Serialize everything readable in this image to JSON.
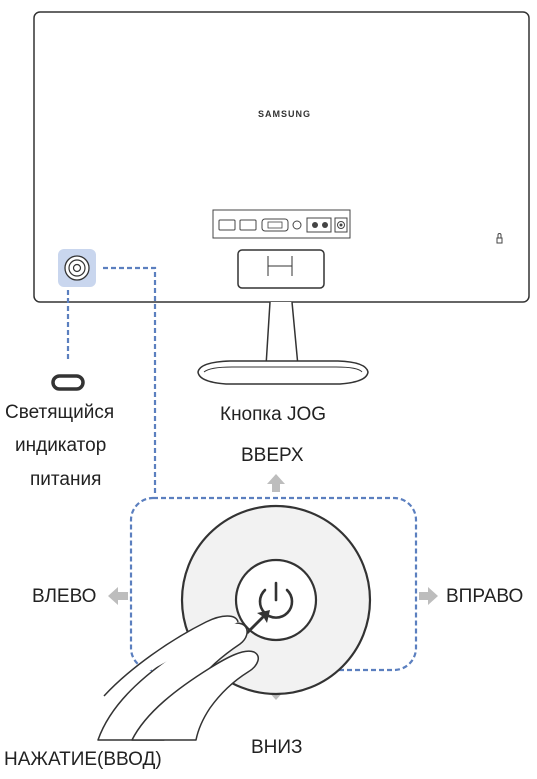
{
  "brand_logo_text": "SAMSUNG",
  "labels": {
    "power_indicator": [
      "Светящийся",
      "индикатор",
      "питания"
    ],
    "jog_button": "Кнопка JOG",
    "up": "ВВЕРХ",
    "down": "ВНИЗ",
    "left": "ВЛЕВО",
    "right": "ВПРАВО",
    "press_enter": "НАЖАТИЕ(ВВОД)"
  },
  "colors": {
    "outline": "#333333",
    "dashed_callout": "#5b7fbf",
    "highlight": "#c9d6ee",
    "arrow": "#bdbdbd",
    "button_face": "#f2f2f2"
  }
}
